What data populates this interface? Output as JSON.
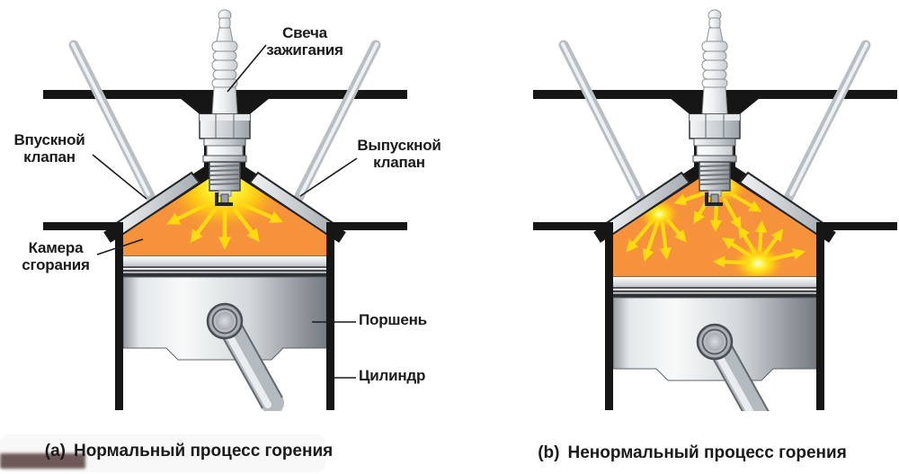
{
  "labels": {
    "spark_plug": "Свеча зажигания",
    "intake_valve": "Впускной клапан",
    "exhaust_valve": "Выпускной клапан",
    "combustion_chamber": "Камера сгорания",
    "piston": "Поршень",
    "cylinder": "Цилиндр"
  },
  "panels": [
    {
      "label_prefix": "(a)",
      "label": "Нормальный процесс горения",
      "type": "normal-combustion-single-flame-front"
    },
    {
      "label_prefix": "(b)",
      "label": "Ненормальный процесс горения",
      "type": "abnormal-combustion-multiple-ignition-points"
    }
  ],
  "colors": {
    "combustion_orange": "#F5923B",
    "flame_yellow": "#FFE41C",
    "arrow_yellow": "#FFD911",
    "structure_black": "#161616",
    "text_black": "#1A1A1A"
  }
}
